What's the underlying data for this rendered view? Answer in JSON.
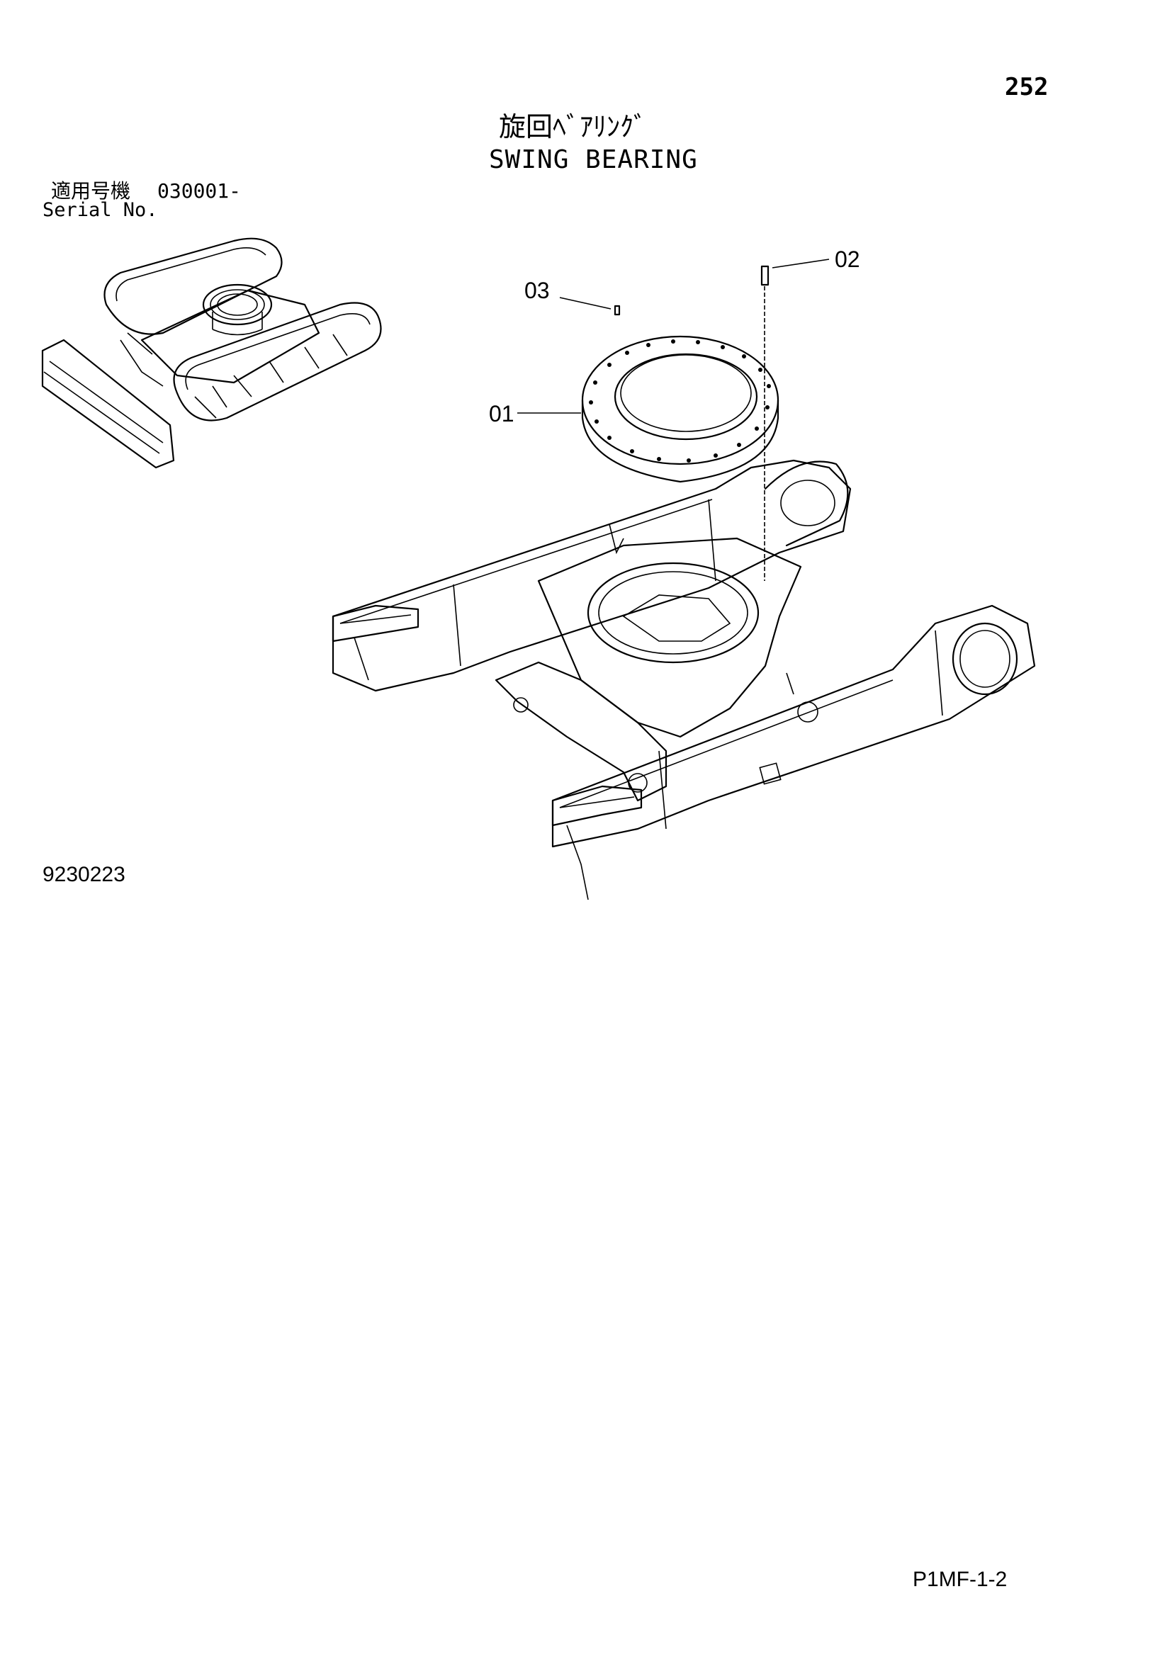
{
  "header": {
    "page_number": "252",
    "title_jp": "旋回ﾍﾞｱﾘﾝｸﾞ",
    "title_en": "SWING BEARING"
  },
  "serial": {
    "label_jp": "適用号機",
    "number": "030001-",
    "label_en": "Serial No."
  },
  "callouts": {
    "c01": "01",
    "c02": "02",
    "c03": "03"
  },
  "drawing_number": "9230223",
  "footer_code": "P1MF-1-2"
}
